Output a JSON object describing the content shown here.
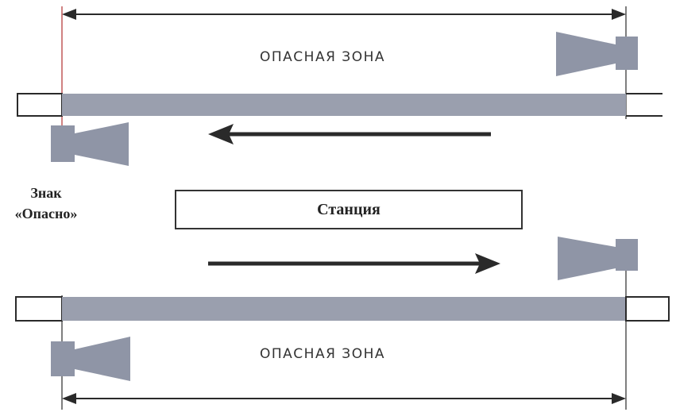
{
  "diagram": {
    "zones": {
      "top_label": "ОПАСНАЯ ЗОНА",
      "bottom_label": "ОПАСНАЯ ЗОНА"
    },
    "station": {
      "label": "Станция"
    },
    "sign": {
      "label_line1": "Знак",
      "label_line2": "«Опасно»"
    },
    "colors": {
      "track_fill": "#9a9fae",
      "sign_fill": "#8f95a6",
      "line": "#2a2a2a",
      "marker_line": "#b03030",
      "background": "#ffffff"
    }
  }
}
